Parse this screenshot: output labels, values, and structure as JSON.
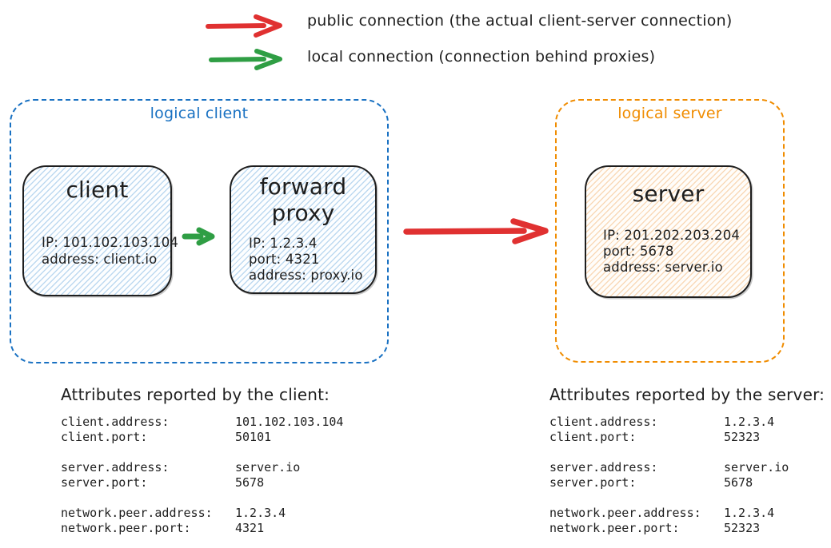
{
  "legend": {
    "public_label": "public connection (the actual client-server connection)",
    "local_label": "local connection (connection behind proxies)",
    "public_color": "#e03131",
    "local_color": "#2f9e44"
  },
  "logical_client": {
    "label": "logical client",
    "border_color": "#1971c2",
    "client_box": {
      "title": "client",
      "line1": "IP: 101.102.103.104",
      "line2": "address: client.io"
    },
    "proxy_box": {
      "title": "forward proxy",
      "line1": "IP: 1.2.3.4",
      "line2": "port: 4321",
      "line3": "address: proxy.io"
    }
  },
  "logical_server": {
    "label": "logical server",
    "border_color": "#f08c00",
    "server_box": {
      "title": "server",
      "line1": "IP: 201.202.203.204",
      "line2": "port: 5678",
      "line3": "address: server.io"
    }
  },
  "attrs_client": {
    "title": "Attributes reported by the client:",
    "rows": [
      {
        "key": "client.address:",
        "value": "101.102.103.104"
      },
      {
        "key": "client.port:",
        "value": "50101"
      },
      {
        "key": "server.address:",
        "value": "server.io"
      },
      {
        "key": "server.port:",
        "value": "5678"
      },
      {
        "key": "network.peer.address:",
        "value": "1.2.3.4"
      },
      {
        "key": "network.peer.port:",
        "value": "4321"
      }
    ]
  },
  "attrs_server": {
    "title": "Attributes reported by the server:",
    "rows": [
      {
        "key": "client.address:",
        "value": "1.2.3.4"
      },
      {
        "key": "client.port:",
        "value": "52323"
      },
      {
        "key": "server.address:",
        "value": "server.io"
      },
      {
        "key": "server.port:",
        "value": "5678"
      },
      {
        "key": "network.peer.address:",
        "value": "1.2.3.4"
      },
      {
        "key": "network.peer.port:",
        "value": "52323"
      }
    ]
  }
}
